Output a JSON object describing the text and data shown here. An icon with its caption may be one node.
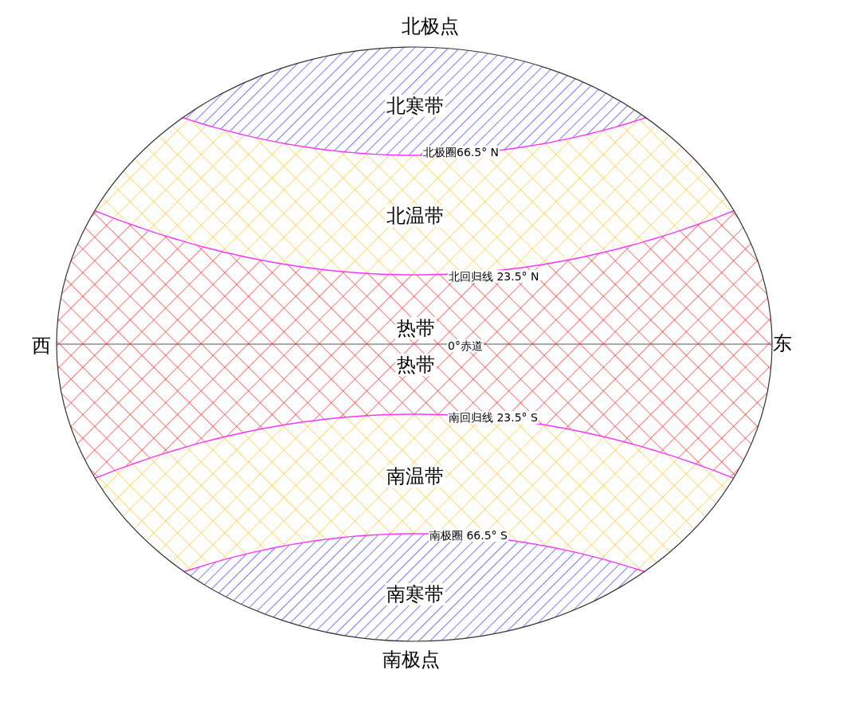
{
  "diagram": {
    "nodes": [
      {
        "text": [
          "北寒带"
        ]
      },
      {
        "text": [
          "北温带"
        ]
      },
      {
        "text": [
          "热带",
          "热带"
        ]
      },
      {
        "text": [
          "南温带"
        ]
      },
      {
        "text": [
          "南寒带"
        ]
      }
    ],
    "labels": [
      "北极点",
      "北极圈66.5° N",
      "北回归线 23.5° N",
      "西",
      "0°赤道",
      "东",
      "南回归线 23.5° S",
      "南极圈 66.5° S",
      "南极点"
    ]
  }
}
